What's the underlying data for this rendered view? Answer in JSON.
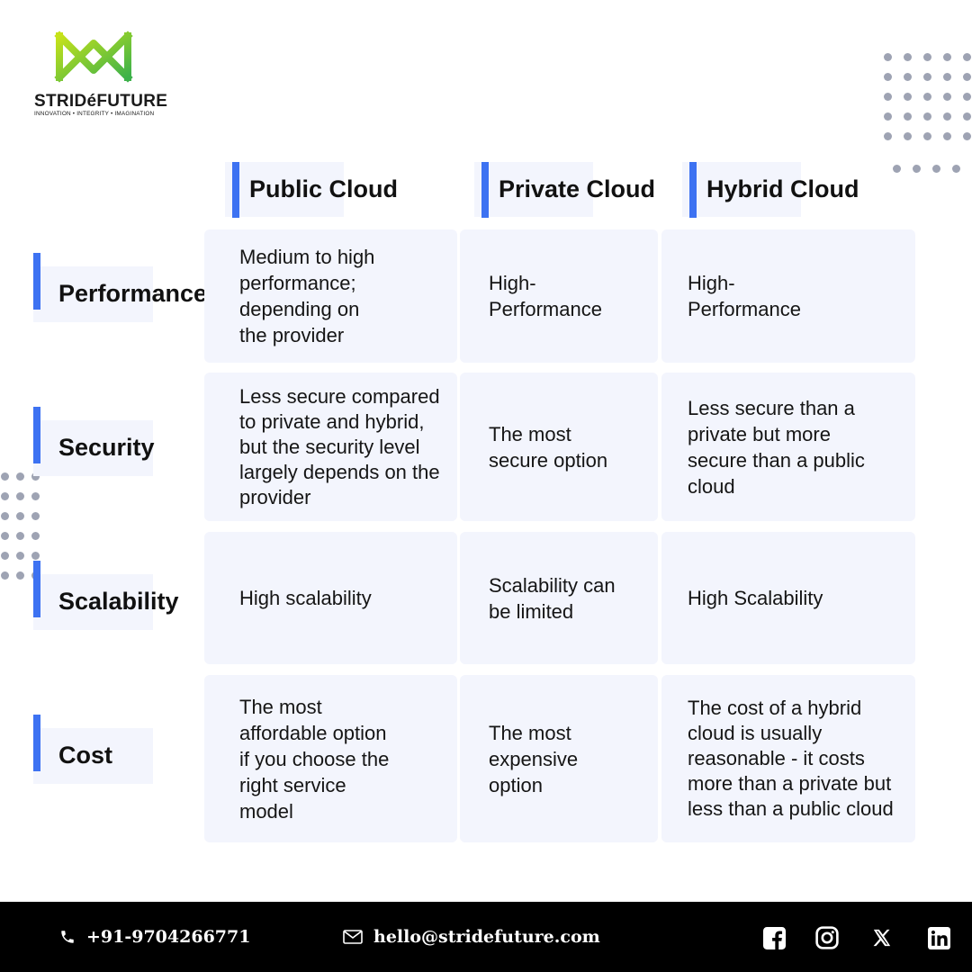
{
  "brand": {
    "name": "STRIDéFUTURE",
    "tagline": "INNOVATION • INTEGRITY • IMAGINATION",
    "logo_icon": "stridefuture-logo-icon",
    "accent_color": "#3d72f2"
  },
  "table": {
    "columns": [
      "Public Cloud",
      "Private Cloud",
      "Hybrid Cloud"
    ],
    "rows": [
      {
        "label": "Performance",
        "cells": [
          "Medium to high\nperformance;\ndepending on\nthe provider",
          "High-\nPerformance",
          "High-\nPerformance"
        ]
      },
      {
        "label": "Security",
        "cells": [
          "Less secure compared\nto private and hybrid,\nbut the security level\nlargely depends on the\nprovider",
          "The most\nsecure option",
          "Less secure than a\nprivate but more\nsecure than a public\ncloud"
        ]
      },
      {
        "label": "Scalability",
        "cells": [
          "High scalability",
          "Scalability can\nbe limited",
          "High Scalability"
        ]
      },
      {
        "label": "Cost",
        "cells": [
          "The most\naffordable option\nif you choose the\nright service\nmodel",
          "The most\nexpensive\noption",
          "The cost of a hybrid\ncloud is usually\nreasonable - it costs\nmore than a private but\nless than a public cloud"
        ]
      }
    ]
  },
  "footer": {
    "phone": "+91-9704266771",
    "email": "hello@stridefuture.com",
    "phone_icon": "phone-icon",
    "email_icon": "envelope-icon",
    "social_icons": [
      "facebook-icon",
      "instagram-icon",
      "x-icon",
      "linkedin-icon"
    ]
  }
}
